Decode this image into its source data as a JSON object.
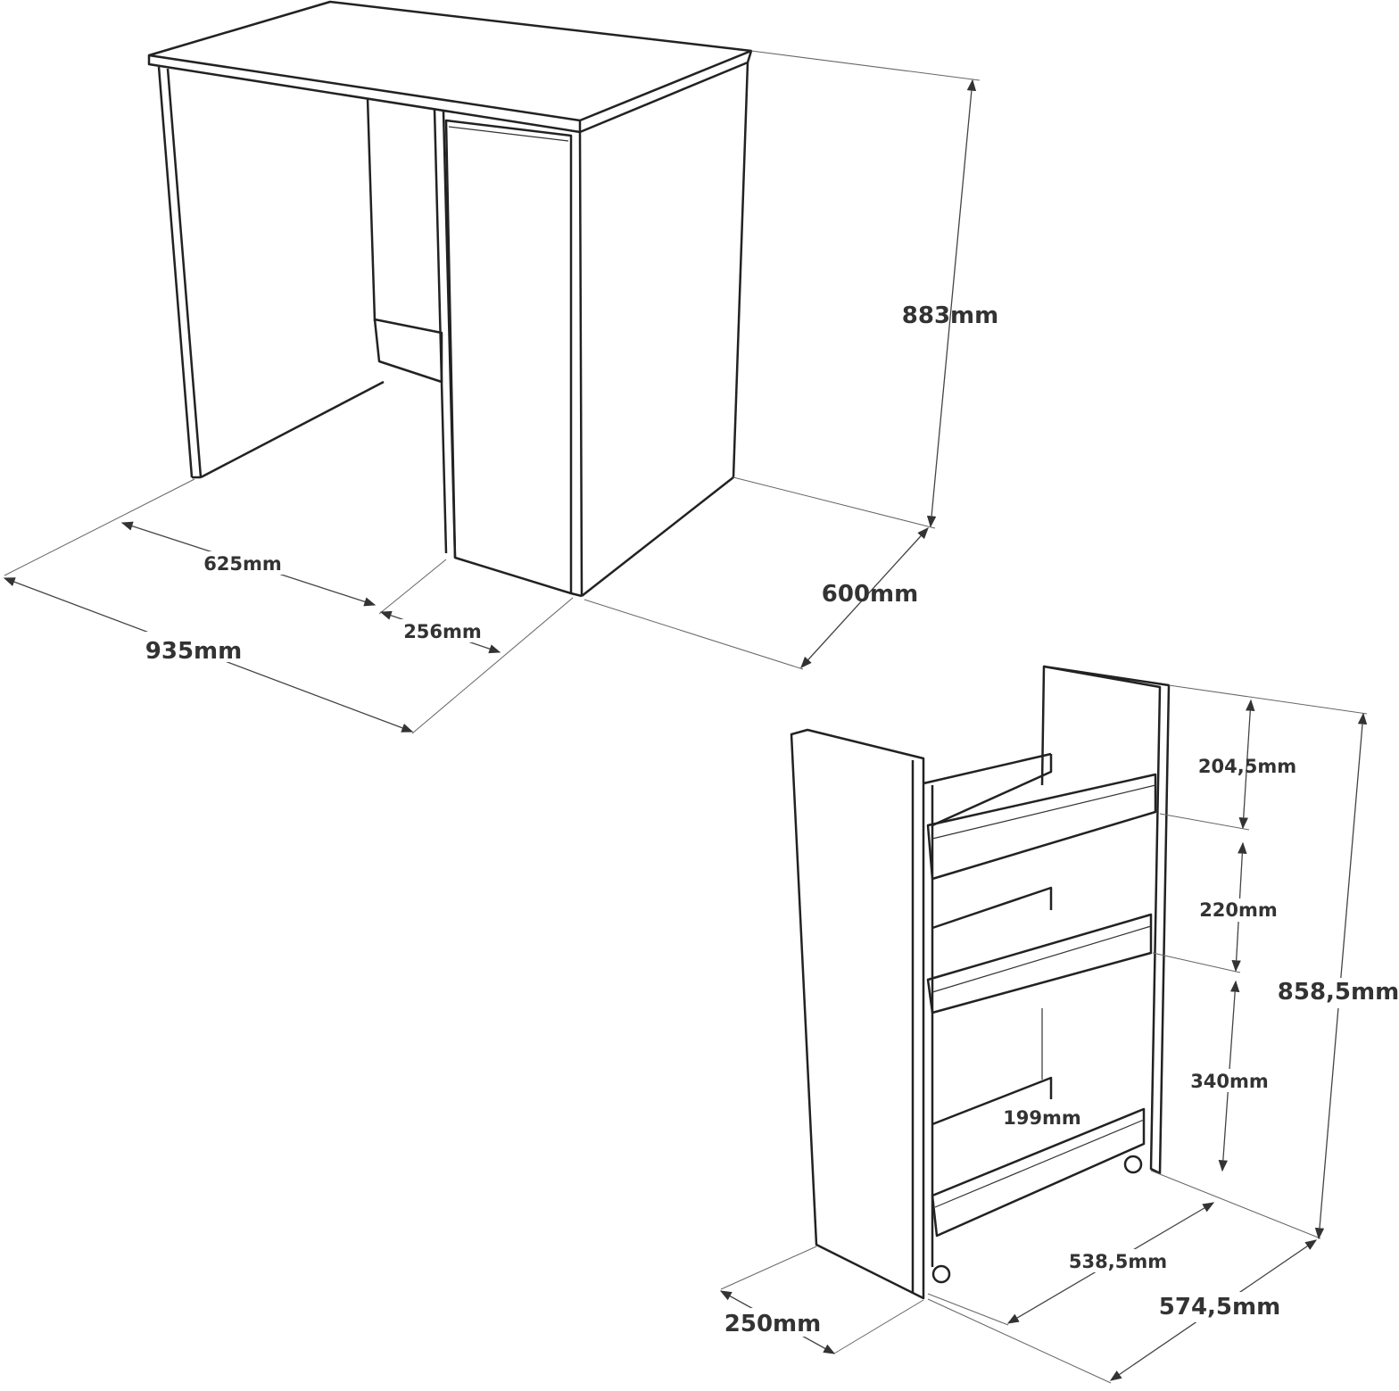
{
  "desk": {
    "height": "883mm",
    "depth": "600mm",
    "width": "935mm",
    "opening_width": "625mm",
    "cart_bay_width": "256mm"
  },
  "cart": {
    "shelf_top_gap": "204,5mm",
    "shelf_middle_gap": "220mm",
    "shelf_bottom_gap": "340mm",
    "total_height": "858,5mm",
    "shelf_depth": "199mm",
    "inner_length": "538,5mm",
    "total_length": "574,5mm",
    "width": "250mm"
  }
}
